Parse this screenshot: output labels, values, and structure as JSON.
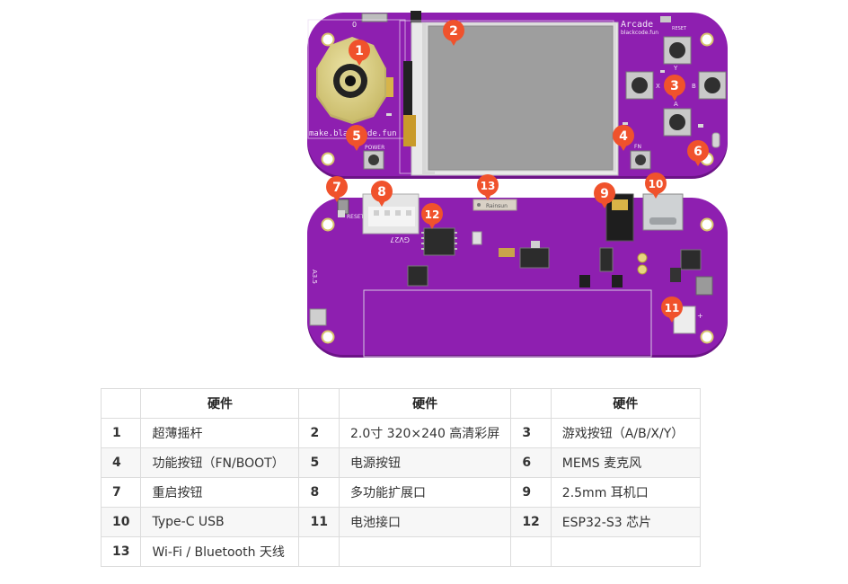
{
  "board": {
    "top_labels": {
      "brand_line1": "Arcade",
      "brand_line2": "blackcode.fun",
      "reset_top": "RESET",
      "url": "make.blackcode.fun",
      "power": "POWER",
      "fn": "FN",
      "btn_y": "Y",
      "btn_x": "X",
      "btn_b": "B",
      "btn_a": "A",
      "switch_zero": "0"
    },
    "bottom_labels": {
      "reset": "RESET",
      "gv": "GV27",
      "antenna": "Rainsun",
      "side": "A3.5"
    },
    "callouts": [
      "1",
      "2",
      "3",
      "4",
      "5",
      "6",
      "7",
      "8",
      "9",
      "10",
      "11",
      "12",
      "13"
    ],
    "colors": {
      "pcb": "#8e1fb0",
      "pcb_edge": "#6c1387",
      "callout": "#f0522c",
      "lcd": "#9e9e9e"
    }
  },
  "table": {
    "header": "硬件",
    "rows": [
      [
        {
          "n": "1",
          "t": "超薄摇杆"
        },
        {
          "n": "2",
          "t": "2.0寸 320×240 高清彩屏"
        },
        {
          "n": "3",
          "t": "游戏按钮（A/B/X/Y）"
        }
      ],
      [
        {
          "n": "4",
          "t": "功能按钮（FN/BOOT）"
        },
        {
          "n": "5",
          "t": "电源按钮"
        },
        {
          "n": "6",
          "t": "MEMS 麦克风"
        }
      ],
      [
        {
          "n": "7",
          "t": "重启按钮"
        },
        {
          "n": "8",
          "t": "多功能扩展口"
        },
        {
          "n": "9",
          "t": "2.5mm 耳机口"
        }
      ],
      [
        {
          "n": "10",
          "t": "Type-C USB"
        },
        {
          "n": "11",
          "t": "电池接口"
        },
        {
          "n": "12",
          "t": "ESP32-S3 芯片"
        }
      ],
      [
        {
          "n": "13",
          "t": "Wi-Fi / Bluetooth 天线"
        },
        {
          "n": "",
          "t": ""
        },
        {
          "n": "",
          "t": ""
        }
      ]
    ]
  }
}
